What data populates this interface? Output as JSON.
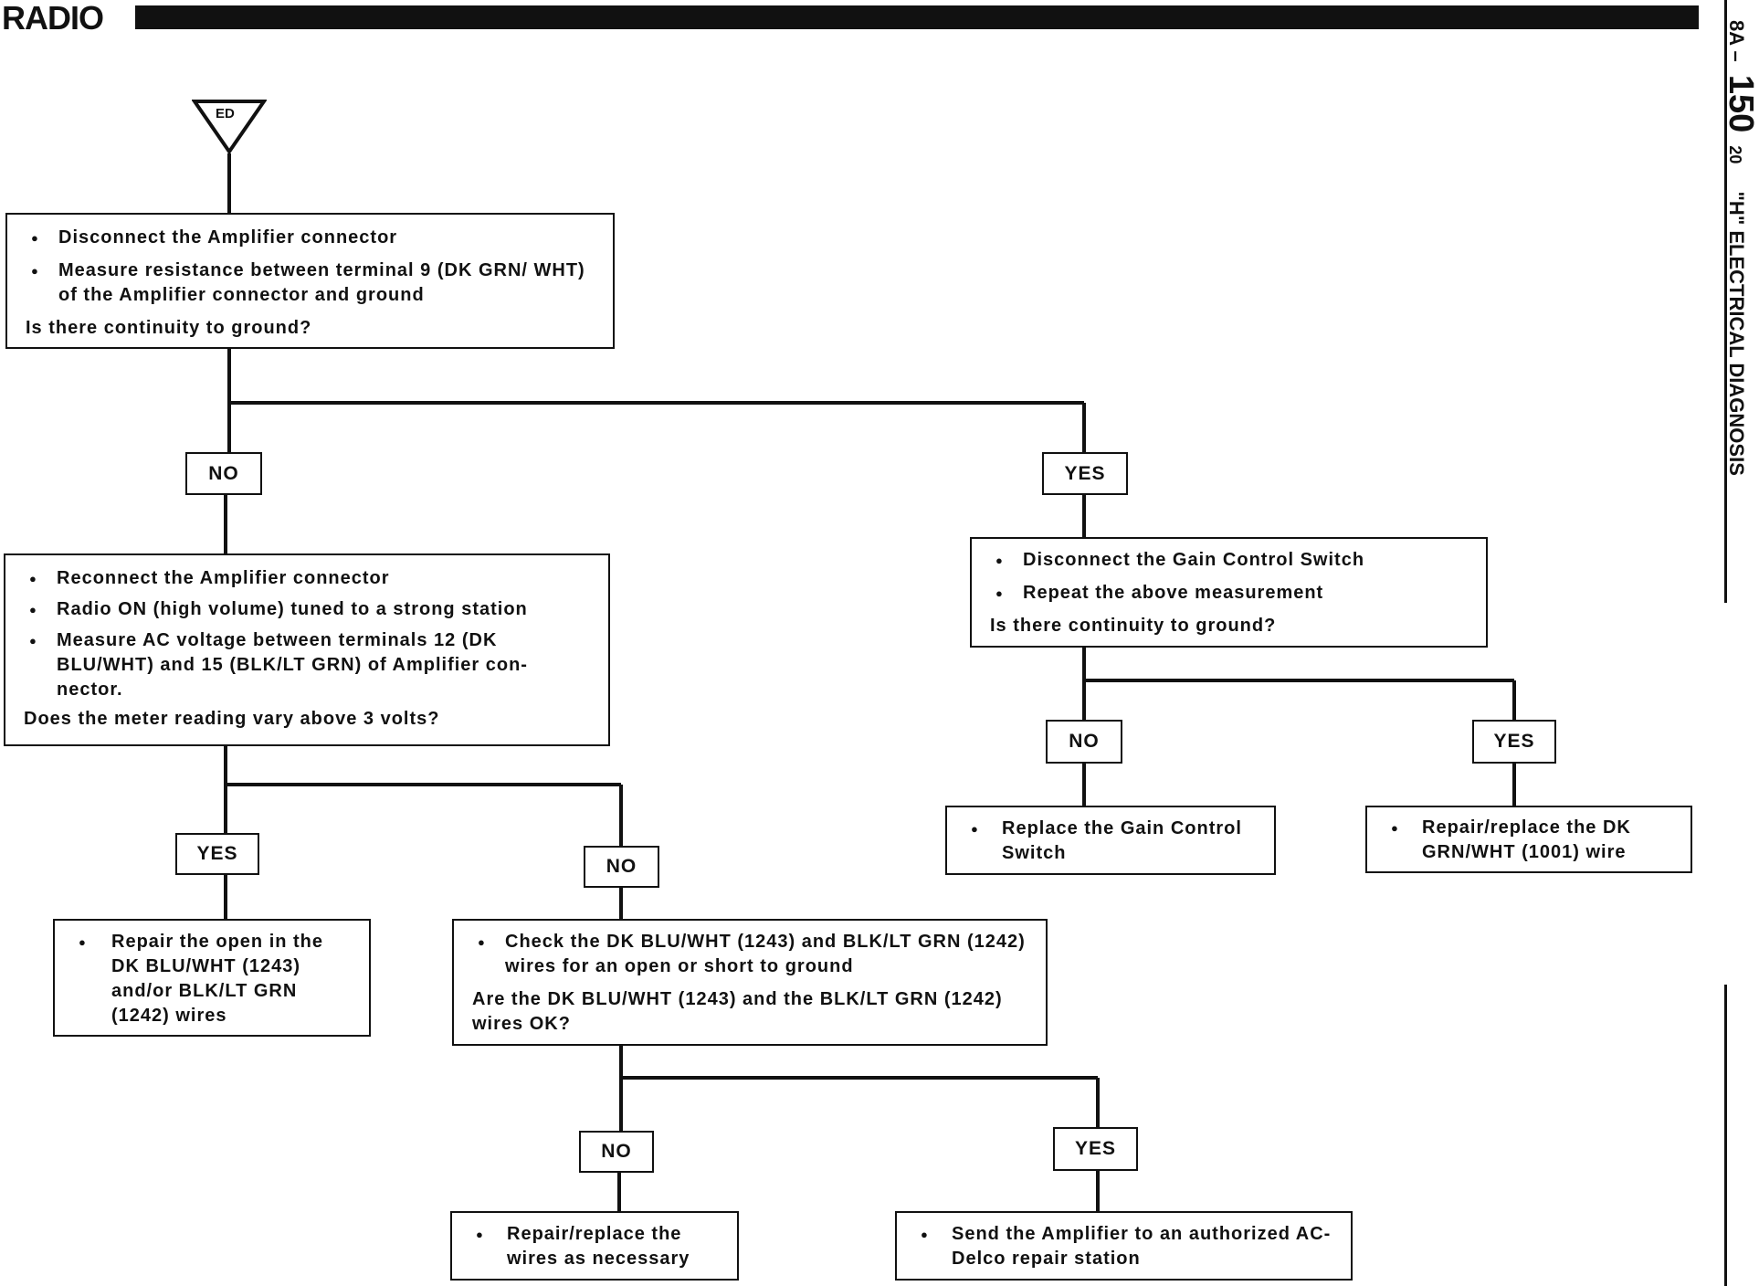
{
  "header": {
    "title": "RADIO"
  },
  "sidebar": {
    "section": "8A",
    "dash": "–",
    "page": "150",
    "sub": "20",
    "chapter": "\"H\" ELECTRICAL DIAGNOSIS"
  },
  "start": {
    "label": "ED"
  },
  "boxes": {
    "b1": {
      "bullets": [
        "Disconnect the Amplifier connector",
        "Measure resistance between terminal 9 (DK GRN/ WHT) of the Amplifier connector and ground"
      ],
      "question": "Is there continuity to ground?"
    },
    "b2": {
      "bullets": [
        "Reconnect the Amplifier connector",
        "Radio ON (high volume) tuned to a strong station",
        "Measure AC voltage between terminals 12 (DK BLU/WHT) and 15 (BLK/LT GRN) of Amplifier con- nector."
      ],
      "question": "Does the meter reading vary above 3 volts?"
    },
    "b3": {
      "bullets": [
        "Disconnect the Gain Control Switch",
        "Repeat the above measurement"
      ],
      "question": "Is there continuity to ground?"
    },
    "b4": {
      "bullets": [
        "Repair the open in the DK BLU/WHT (1243) and/or BLK/LT GRN (1242) wires"
      ]
    },
    "b5": {
      "bullets": [
        "Check the DK BLU/WHT (1243) and BLK/LT GRN (1242) wires for an open or short to ground"
      ],
      "question": "Are the DK BLU/WHT (1243) and the BLK/LT GRN (1242) wires OK?"
    },
    "b6": {
      "bullets": [
        "Replace the Gain Control Switch"
      ]
    },
    "b7": {
      "bullets": [
        "Repair/replace the DK GRN/WHT (1001) wire"
      ]
    },
    "b8": {
      "bullets": [
        "Repair/replace the wires as necessary"
      ]
    },
    "b9": {
      "bullets": [
        "Send the Amplifier to an authorized AC-Delco repair station"
      ]
    }
  },
  "labels": {
    "l1": "NO",
    "l2": "YES",
    "l3": "YES",
    "l4": "NO",
    "l5": "NO",
    "l6": "YES",
    "l7": "NO",
    "l8": "YES"
  }
}
